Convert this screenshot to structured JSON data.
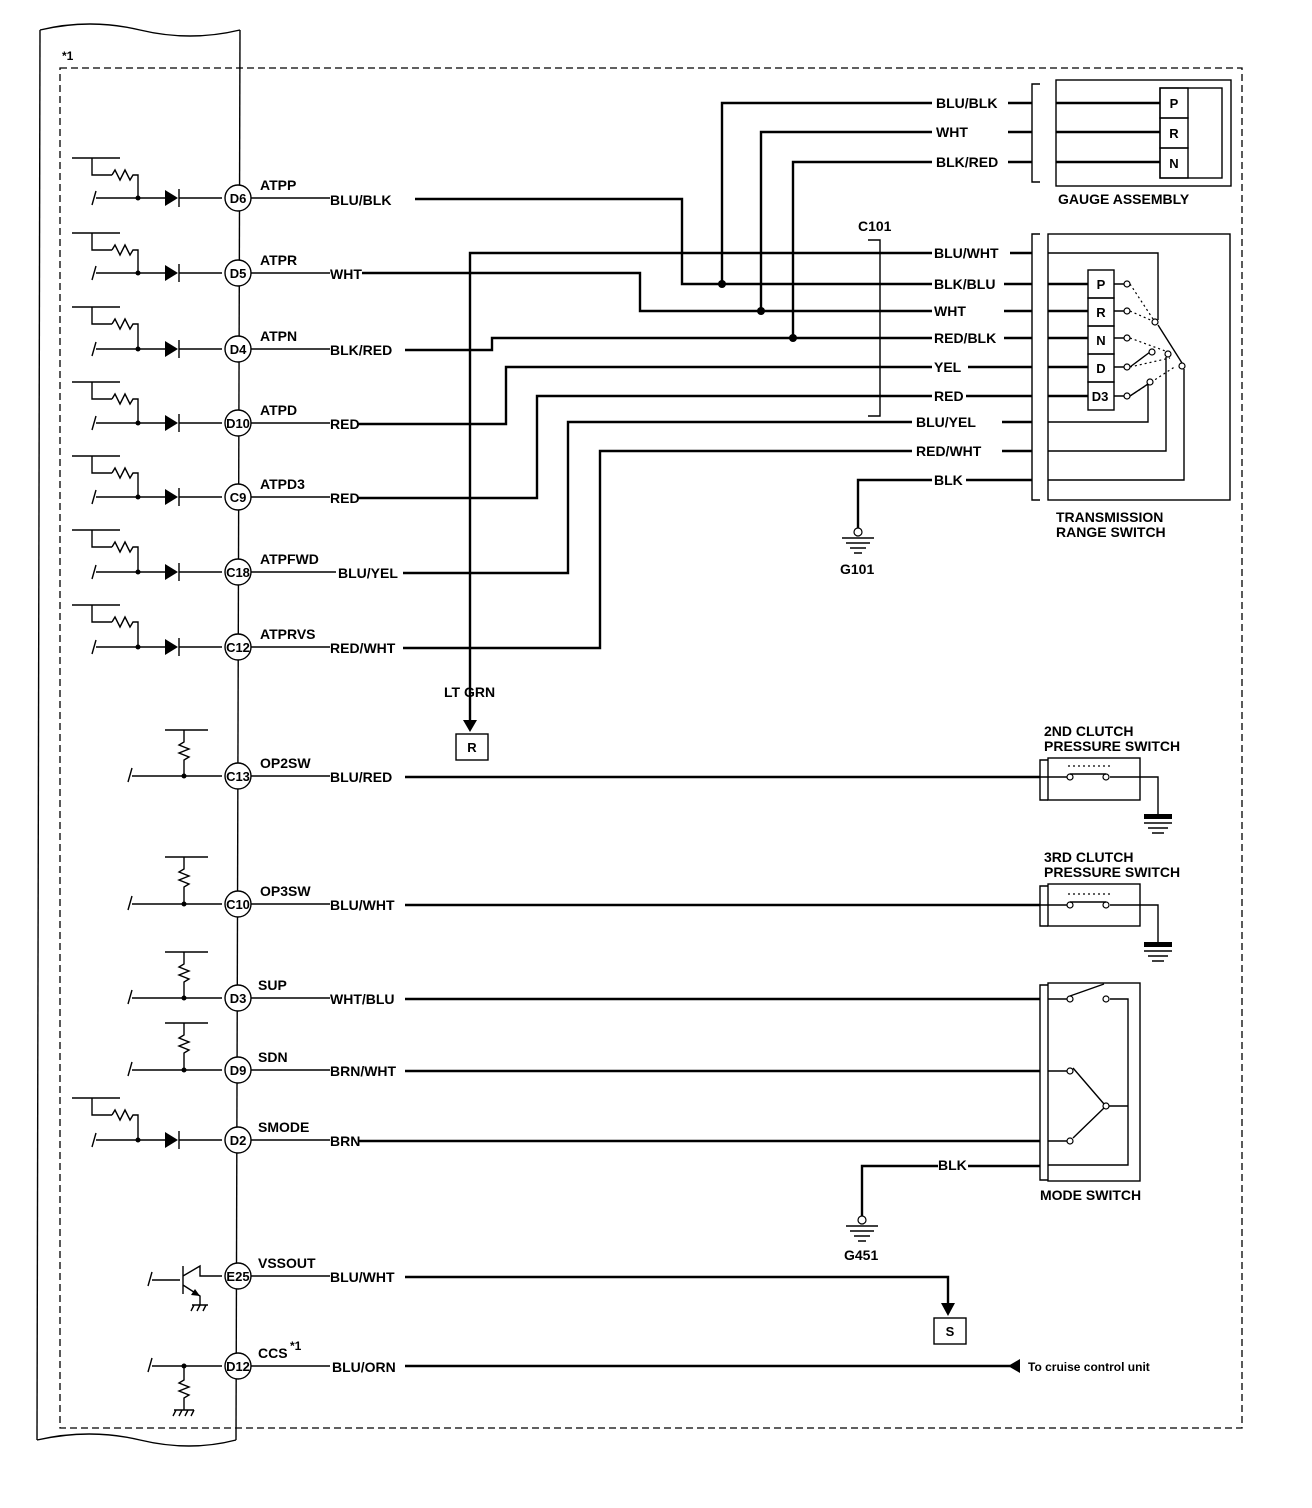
{
  "ecu": {
    "note_marker": "*1",
    "rows": [
      {
        "id": "d6",
        "pin": "D6",
        "signal": "ATPP",
        "wire": "BLU/BLK"
      },
      {
        "id": "d5",
        "pin": "D5",
        "signal": "ATPR",
        "wire": "WHT"
      },
      {
        "id": "d4",
        "pin": "D4",
        "signal": "ATPN",
        "wire": "BLK/RED"
      },
      {
        "id": "d10",
        "pin": "D10",
        "signal": "ATPD",
        "wire": "RED"
      },
      {
        "id": "c9",
        "pin": "C9",
        "signal": "ATPD3",
        "wire": "RED"
      },
      {
        "id": "c18",
        "pin": "C18",
        "signal": "ATPFWD",
        "wire": "BLU/YEL"
      },
      {
        "id": "c12",
        "pin": "C12",
        "signal": "ATPRVS",
        "wire": "RED/WHT"
      },
      {
        "id": "c13",
        "pin": "C13",
        "signal": "OP2SW",
        "wire": "BLU/RED"
      },
      {
        "id": "c10",
        "pin": "C10",
        "signal": "OP3SW",
        "wire": "BLU/WHT"
      },
      {
        "id": "d3",
        "pin": "D3",
        "signal": "SUP",
        "wire": "WHT/BLU"
      },
      {
        "id": "d9",
        "pin": "D9",
        "signal": "SDN",
        "wire": "BRN/WHT"
      },
      {
        "id": "d2",
        "pin": "D2",
        "signal": "SMODE",
        "wire": "BRN"
      },
      {
        "id": "e25",
        "pin": "E25",
        "signal": "VSSOUT",
        "wire": "BLU/WHT"
      },
      {
        "id": "d12",
        "pin": "D12",
        "signal": "CCS",
        "signal_note": "*1",
        "wire": "BLU/ORN"
      }
    ]
  },
  "gauge_assembly": {
    "label": "GAUGE ASSEMBLY",
    "wires": [
      "BLU/BLK",
      "WHT",
      "BLK/RED"
    ],
    "positions": [
      "P",
      "R",
      "N"
    ]
  },
  "connector_c101": {
    "label": "C101"
  },
  "transmission_range_switch": {
    "label_line1": "TRANSMISSION",
    "label_line2": "RANGE SWITCH",
    "wires": [
      "BLU/WHT",
      "BLK/BLU",
      "WHT",
      "RED/BLK",
      "YEL",
      "RED",
      "BLU/YEL",
      "RED/WHT",
      "BLK"
    ],
    "positions": [
      "P",
      "R",
      "N",
      "D",
      "D3"
    ]
  },
  "grounds": {
    "g101": "G101",
    "g451": "G451"
  },
  "lt_grn": {
    "wire": "LT GRN",
    "target": "R"
  },
  "clutch_2nd": {
    "line1": "2ND CLUTCH",
    "line2": "PRESSURE SWITCH"
  },
  "clutch_3rd": {
    "line1": "3RD CLUTCH",
    "line2": "PRESSURE SWITCH"
  },
  "mode_switch": {
    "label": "MODE SWITCH",
    "ground_wire": "BLK"
  },
  "vss": {
    "target": "S"
  },
  "cruise": {
    "text": "To cruise control unit"
  }
}
